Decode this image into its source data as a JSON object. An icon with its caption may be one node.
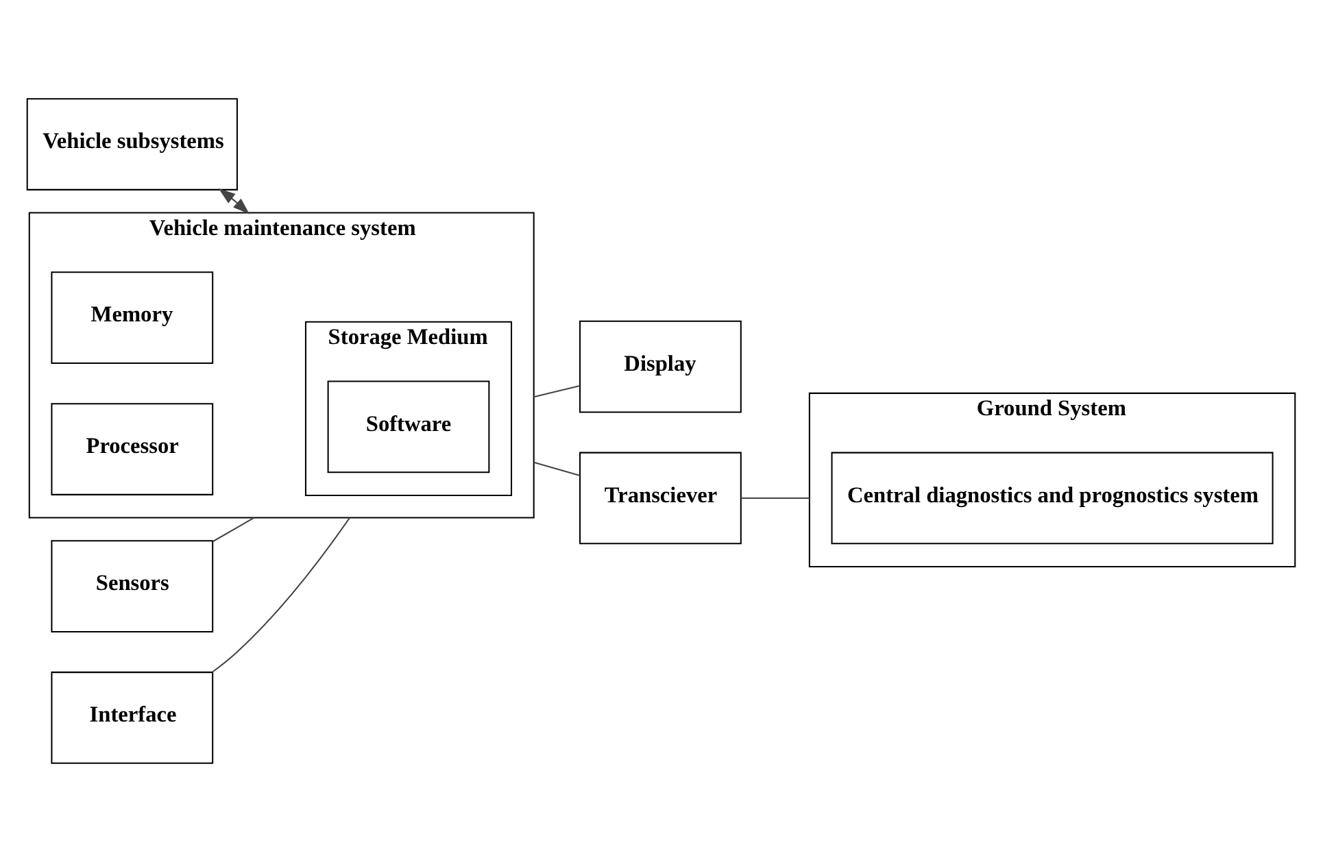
{
  "diagram": {
    "nodes": [
      {
        "text": [
          "Vehicle subsystems"
        ]
      },
      {
        "text": [
          "Vehicle maintenance system"
        ]
      },
      {
        "text": [
          "Storage Medium"
        ],
        "in": 1
      },
      {
        "text": [
          "Software"
        ],
        "in": 2
      },
      {
        "text": [
          "Memory"
        ],
        "in": 1
      },
      {
        "text": [
          "Processor"
        ],
        "in": 1
      },
      {
        "text": [
          "Sensors"
        ]
      },
      {
        "text": [
          "Interface"
        ]
      },
      {
        "text": [
          "Display"
        ]
      },
      {
        "text": [
          "Transciever"
        ]
      },
      {
        "text": [
          "Ground System"
        ]
      },
      {
        "text": [
          "Central diagnostics and prognostics system"
        ],
        "in": 10
      }
    ],
    "edges": [
      {
        "from": 0,
        "to": 1,
        "arrow": "both"
      },
      {
        "from": 6,
        "to": 1,
        "arrow": "none"
      },
      {
        "from": 7,
        "to": 1,
        "arrow": "none"
      },
      {
        "from": 1,
        "to": 8,
        "arrow": "none"
      },
      {
        "from": 1,
        "to": 9,
        "arrow": "none"
      },
      {
        "from": 9,
        "to": 10,
        "arrow": "none"
      }
    ]
  }
}
